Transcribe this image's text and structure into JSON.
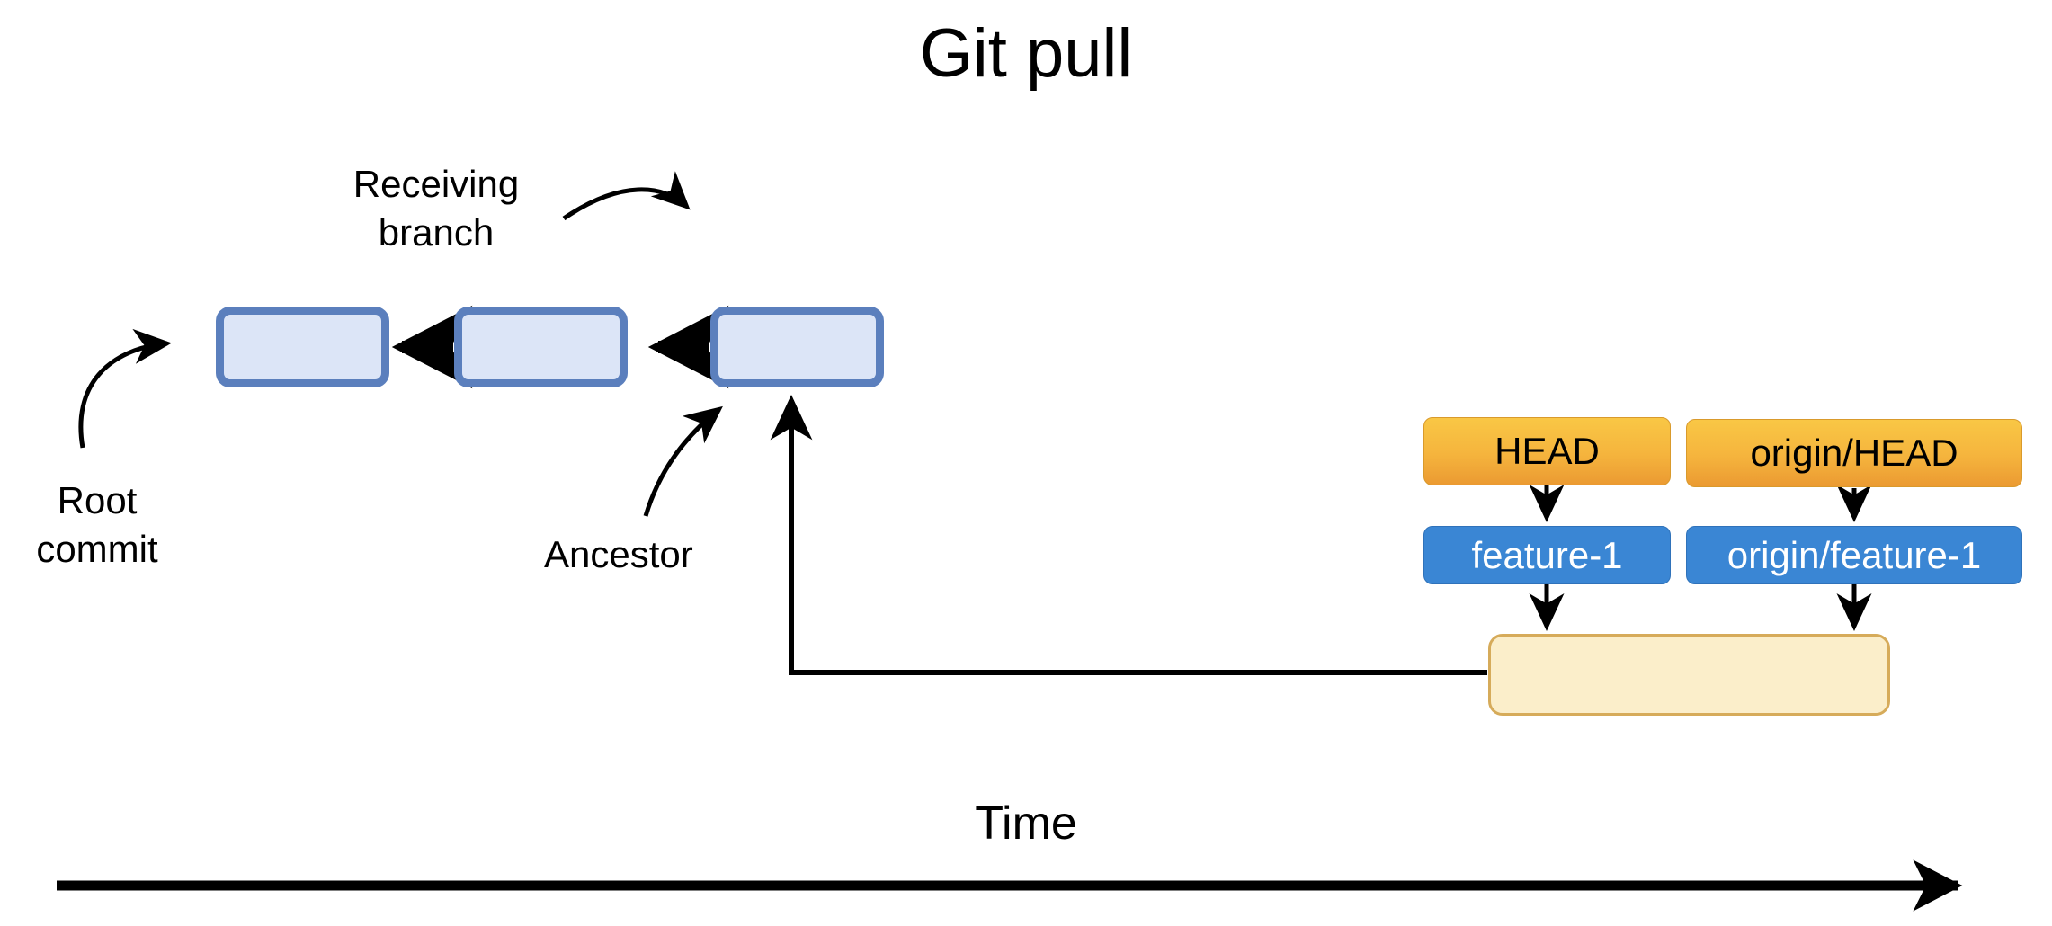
{
  "title": "Git pull",
  "annotations": {
    "receiving_branch": "Receiving\nbranch",
    "root_commit": "Root\ncommit",
    "ancestor": "Ancestor",
    "time": "Time"
  },
  "refs": {
    "head": "HEAD",
    "origin_head": "origin/HEAD",
    "feature_1": "feature-1",
    "origin_feature_1": "origin/feature-1"
  },
  "commits": [
    {
      "id": "commit-1",
      "label": ""
    },
    {
      "id": "commit-2",
      "label": ""
    },
    {
      "id": "commit-3",
      "label": ""
    }
  ],
  "merge_commit": {
    "label": ""
  },
  "colors": {
    "background": "#ffffff",
    "commit_fill": "#dce5f7",
    "commit_stroke": "#5b7fbd",
    "head_fill_top": "#f9c745",
    "head_fill_bottom": "#eb9a32",
    "head_stroke": "#d99a2c",
    "branch_fill": "#3a86d4",
    "branch_stroke": "#2f72ba",
    "branch_text": "#ffffff",
    "merge_fill": "#fbeeca",
    "merge_stroke": "#d6ab5a",
    "arrow": "#000000",
    "text": "#000000"
  },
  "axis": {
    "label": "Time",
    "direction": "left-to-right"
  }
}
